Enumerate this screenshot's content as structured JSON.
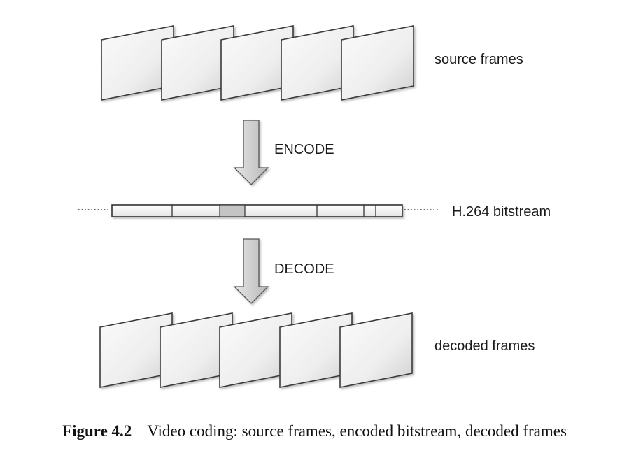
{
  "labels": {
    "source_frames": "source frames",
    "encode": "ENCODE",
    "bitstream": "H.264 bitstream",
    "decode": "DECODE",
    "decoded_frames": "decoded frames"
  },
  "caption": {
    "figure_number": "Figure 4.2",
    "text": "Video coding: source frames, encoded bitstream, decoded frames"
  },
  "colors": {
    "frame_fill_light": "#f8f8f8",
    "frame_fill_dark": "#d4d4d4",
    "stroke": "#3a3a3a",
    "arrow_fill": "#d0d0d0",
    "highlight_segment": "#c4c4c4"
  },
  "counts": {
    "source_frames": 5,
    "decoded_frames": 5,
    "bitstream_segments": 7
  }
}
